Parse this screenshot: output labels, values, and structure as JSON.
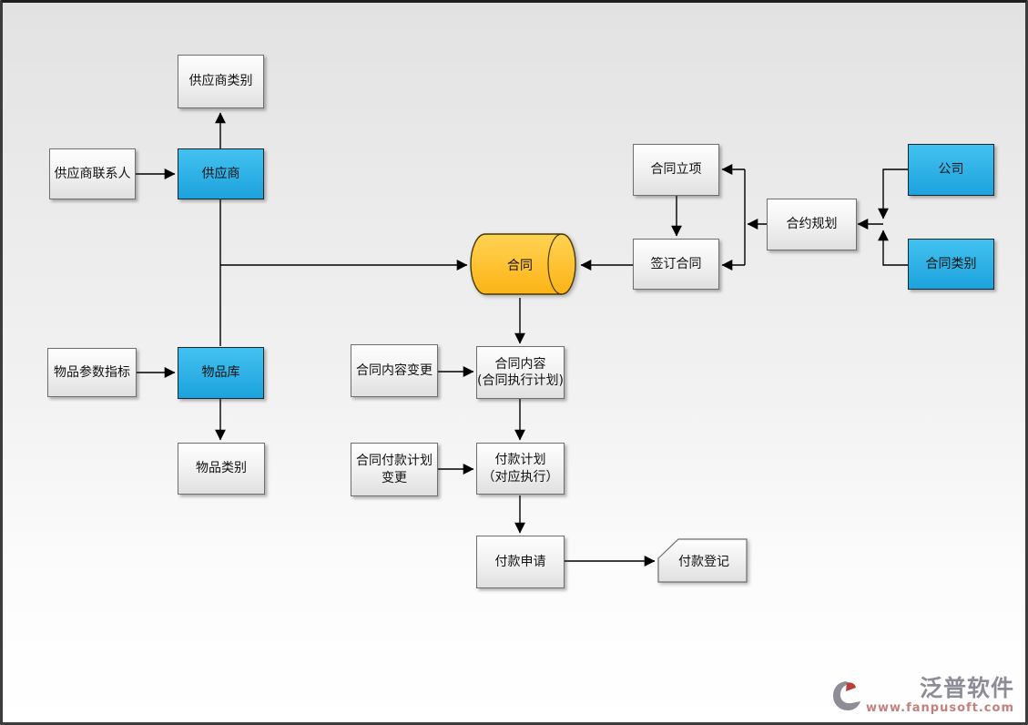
{
  "colors": {
    "node-blue-top": "#43c2f0",
    "node-blue-bottom": "#1ca2dd",
    "cyl-yellow-top": "#ffd354",
    "cyl-yellow-bottom": "#fcb315",
    "brand-gray": "#8d8d97",
    "brand-red": "#b5413a",
    "url-red": "#c4817c"
  },
  "nodes": {
    "supplier_category": {
      "label": "供应商类别"
    },
    "supplier_contact": {
      "label": "供应商联系人"
    },
    "supplier": {
      "label": "供应商"
    },
    "item_params": {
      "label": "物品参数指标"
    },
    "item_library": {
      "label": "物品库"
    },
    "item_category": {
      "label": "物品类别"
    },
    "contract_db": {
      "label": "合同"
    },
    "contract_initiation": {
      "label": "合同立项"
    },
    "sign_contract": {
      "label": "签订合同"
    },
    "contract_planning": {
      "label": "合约规划"
    },
    "company": {
      "label": "公司"
    },
    "contract_category": {
      "label": "合同类别"
    },
    "contract_content_change": {
      "label": "合同内容变更"
    },
    "contract_content": {
      "line1": "合同内容",
      "line2": "(合同执行计划)"
    },
    "payment_plan_change": {
      "line1": "合同付款计划",
      "line2": "变更"
    },
    "payment_plan": {
      "line1": "付款计划",
      "line2": "（对应执行）"
    },
    "payment_request": {
      "label": "付款申请"
    },
    "payment_registration": {
      "label": "付款登记"
    }
  },
  "footer": {
    "brand": "泛普软件",
    "url": "www.fanpusoft.com"
  }
}
